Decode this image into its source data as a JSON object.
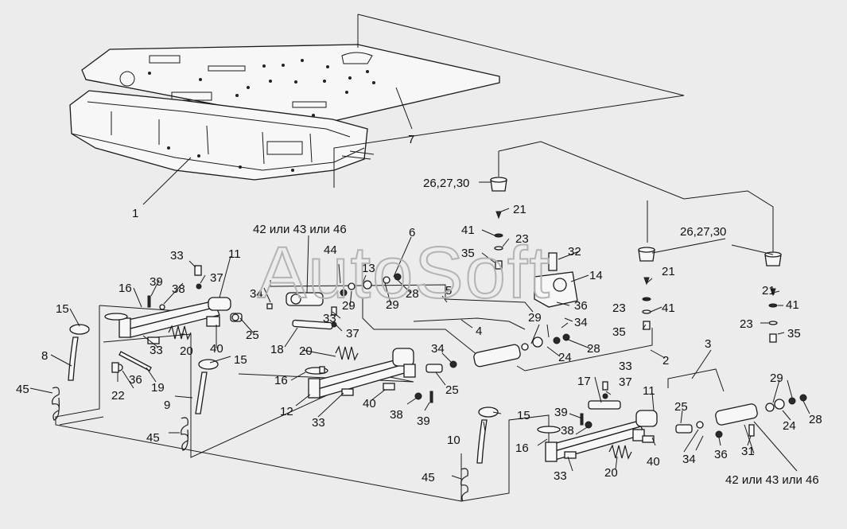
{
  "watermark": "AutoSoft",
  "callouts": {
    "c1": "1",
    "c7": "7",
    "c262730a": "26,27,30",
    "c262730b": "26,27,30",
    "c21a": "21",
    "c21b": "21",
    "c21c": "21",
    "c41a": "41",
    "c41b": "41",
    "c41c": "41",
    "c23a": "23",
    "c23b": "23",
    "c23c": "23",
    "c35a": "35",
    "c35b": "35",
    "c35c": "35",
    "c32": "32",
    "c14": "14",
    "c36a": "36",
    "c34a": "34",
    "c6": "6",
    "c5": "5",
    "c4": "4",
    "c2": "2",
    "c3": "3",
    "c42a": "42 или 43 или 46",
    "c42b": "42 или 43 или 46",
    "c44": "44",
    "c13": "13",
    "c29a": "29",
    "c29b": "29",
    "c29c": "29",
    "c29d": "29",
    "c28a": "28",
    "c28b": "28",
    "c28c": "28",
    "c24a": "24",
    "c24b": "24",
    "c33a": "33",
    "c33b": "33",
    "c33c": "33",
    "c33d": "33",
    "c33e": "33",
    "c33f": "33",
    "c37a": "37",
    "c37b": "37",
    "c37c": "37",
    "c11a": "11",
    "c11b": "11",
    "c39a": "39",
    "c39b": "39",
    "c39c": "39",
    "c38a": "38",
    "c38b": "38",
    "c38c": "38",
    "c16a": "16",
    "c16b": "16",
    "c16c": "16",
    "c15a": "15",
    "c15b": "15",
    "c15c": "15",
    "c34b": "34",
    "c34c": "34",
    "c34d": "34",
    "c25a": "25",
    "c25b": "25",
    "c25c": "25",
    "c40a": "40",
    "c40b": "40",
    "c40c": "40",
    "c20a": "20",
    "c20b": "20",
    "c20c": "20",
    "c18": "18",
    "c36b": "36",
    "c36c": "36",
    "c22": "22",
    "c19": "19",
    "c8": "8",
    "c9": "9",
    "c10": "10",
    "c45a": "45",
    "c45b": "45",
    "c45c": "45",
    "c12": "12",
    "c17": "17",
    "c31": "31"
  }
}
